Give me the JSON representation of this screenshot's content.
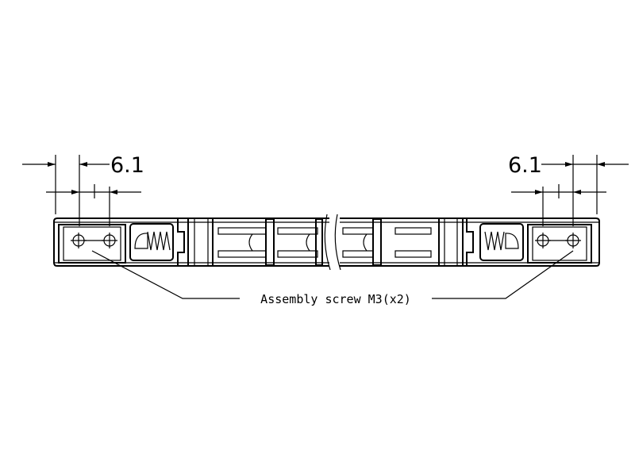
{
  "drawing": {
    "left_dimension": "6.1",
    "right_dimension": "6.1",
    "callout": "Assembly screw M3(x2)"
  },
  "colors": {
    "line": "#000000",
    "background": "#ffffff"
  }
}
